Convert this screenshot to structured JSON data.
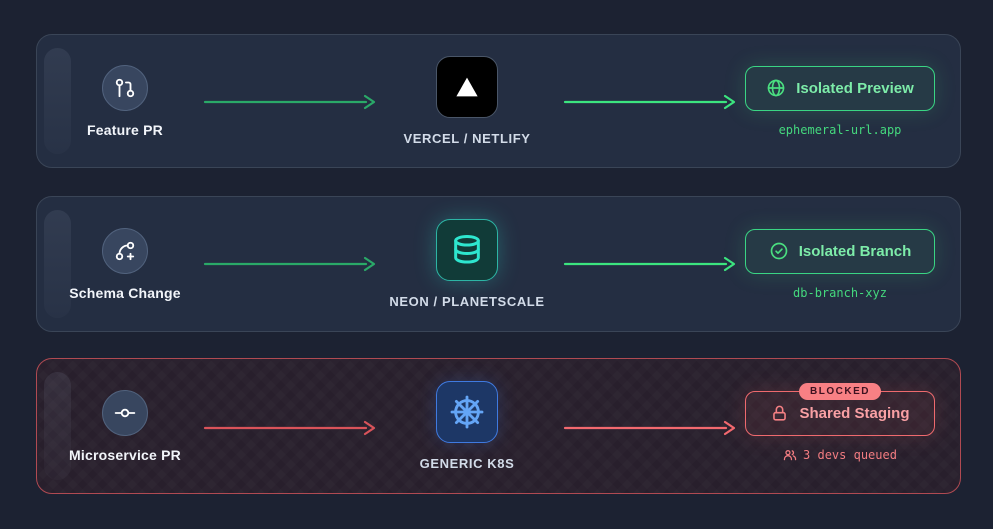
{
  "diagram": {
    "rows": [
      {
        "source": {
          "label": "Feature PR",
          "icon": "git-pull-request-icon"
        },
        "platform": {
          "label": "VERCEL / NETLIFY",
          "icon": "vercel-triangle-icon"
        },
        "result": {
          "label": "Isolated Preview",
          "icon": "globe-icon",
          "sublabel": "ephemeral-url.app",
          "status": "success"
        }
      },
      {
        "source": {
          "label": "Schema Change",
          "icon": "git-branch-plus-icon"
        },
        "platform": {
          "label": "NEON / PLANETSCALE",
          "icon": "database-icon"
        },
        "result": {
          "label": "Isolated Branch",
          "icon": "check-circle-icon",
          "sublabel": "db-branch-xyz",
          "status": "success"
        }
      },
      {
        "source": {
          "label": "Microservice PR",
          "icon": "git-commit-icon"
        },
        "platform": {
          "label": "GENERIC K8S",
          "icon": "kubernetes-helm-icon"
        },
        "result": {
          "label": "Shared Staging",
          "icon": "lock-icon",
          "sublabel": "3 devs queued",
          "badge": "BLOCKED",
          "status": "blocked"
        }
      }
    ],
    "colors": {
      "page_bg": "#1c2232",
      "card_bg": "#242e42",
      "blocked_card_bg": "#281f2c",
      "success_bright": "#3ce57f",
      "success_dim": "#2aa968",
      "danger_bright": "#f2696f",
      "danger_dim": "#d9535a",
      "badge_bg": "#f88084"
    }
  }
}
